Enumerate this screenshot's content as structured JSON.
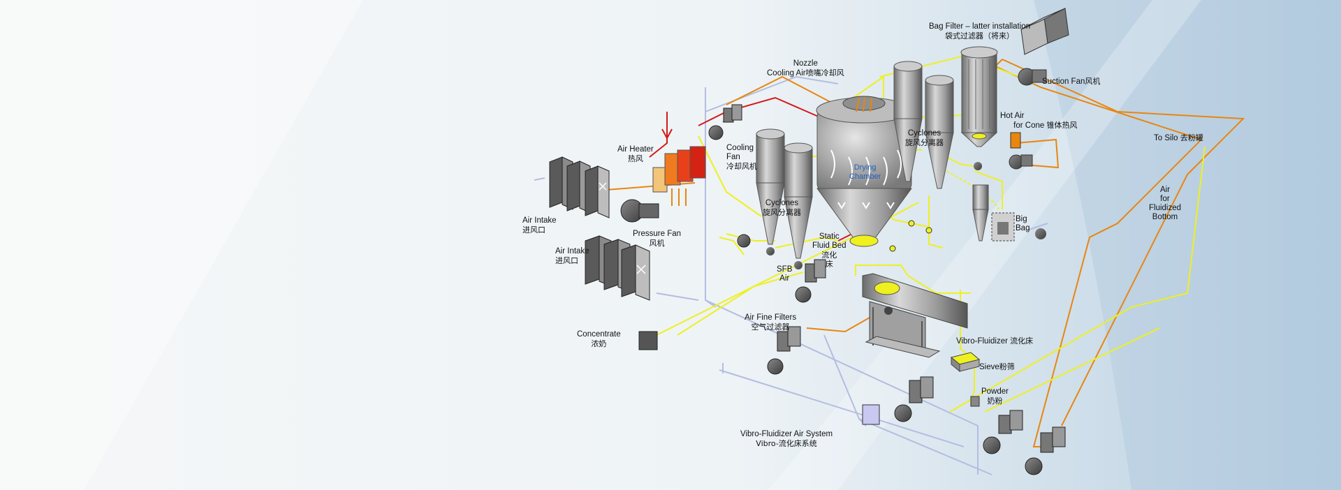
{
  "colors": {
    "bg_left": "#f4f6f7",
    "bg_right": "#b9d1e2",
    "pipe_yellow": "#eef020",
    "pipe_orange": "#e8860f",
    "pipe_red": "#d21a1a",
    "pipe_lavender": "#b4bde0",
    "equipment_gray": "#9a9a9a",
    "chamber_label": "#1e5fc0"
  },
  "labels": {
    "bag_filter": {
      "en": "Bag Filter – latter installation",
      "cn": "袋式过滤器（将来）"
    },
    "nozzle": {
      "en": "Nozzle",
      "en2": "Cooling Air",
      "cn": "喷嘴冷却风"
    },
    "suction_fan": {
      "en": "Suction Fan",
      "cn": "风机"
    },
    "hot_air": {
      "en": "Hot Air",
      "en2": "for Cone",
      "cn": "锥体热风"
    },
    "to_silo": {
      "en": "To Silo",
      "cn": "去粉罐"
    },
    "cyclones_right": {
      "en": "Cyclones",
      "cn": "旋风分离器"
    },
    "air_heater": {
      "en": "Air Heater",
      "cn": "热风"
    },
    "cooling_fan": {
      "en1": "Cooling",
      "en2": "Fan",
      "cn": "冷却风机"
    },
    "drying_chamber": {
      "line1": "Drying",
      "line2": "Chamber"
    },
    "air_fluidized": {
      "l1": "Air",
      "l2": "for",
      "l3": "Fluidized",
      "l4": "Bottom"
    },
    "cyclones_left": {
      "en": "Cyclones",
      "cn": "旋风分离器"
    },
    "air_intake_1": {
      "en": "Air Intake",
      "cn": "进风口"
    },
    "pressure_fan": {
      "en": "Pressure Fan",
      "cn": "风机"
    },
    "static_fluid_bed": {
      "en1": "Static",
      "en2": "Fluid Bed",
      "cn1": "流化",
      "cn2": "床"
    },
    "big_bag": {
      "en1": "Big",
      "en2": "Bag"
    },
    "air_intake_2": {
      "en": "Air Intake",
      "cn": "进风口"
    },
    "sfb_air": {
      "en1": "SFB",
      "en2": "Air"
    },
    "air_fine_filters": {
      "en": "Air Fine Filters",
      "cn": "空气过滤器"
    },
    "vibro_fluidizer": {
      "en": "Vibro-Fluidizer",
      "cn": "流化床"
    },
    "concentrate": {
      "en": "Concentrate",
      "cn": "浓奶"
    },
    "sieve": {
      "en": "Sieve",
      "cn": "粉筛"
    },
    "powder": {
      "en": "Powder",
      "cn": "奶粉"
    },
    "vibro_air_system": {
      "en": "Vibro-Fluidizer Air System",
      "cn": "Vibro-流化床系统"
    }
  }
}
